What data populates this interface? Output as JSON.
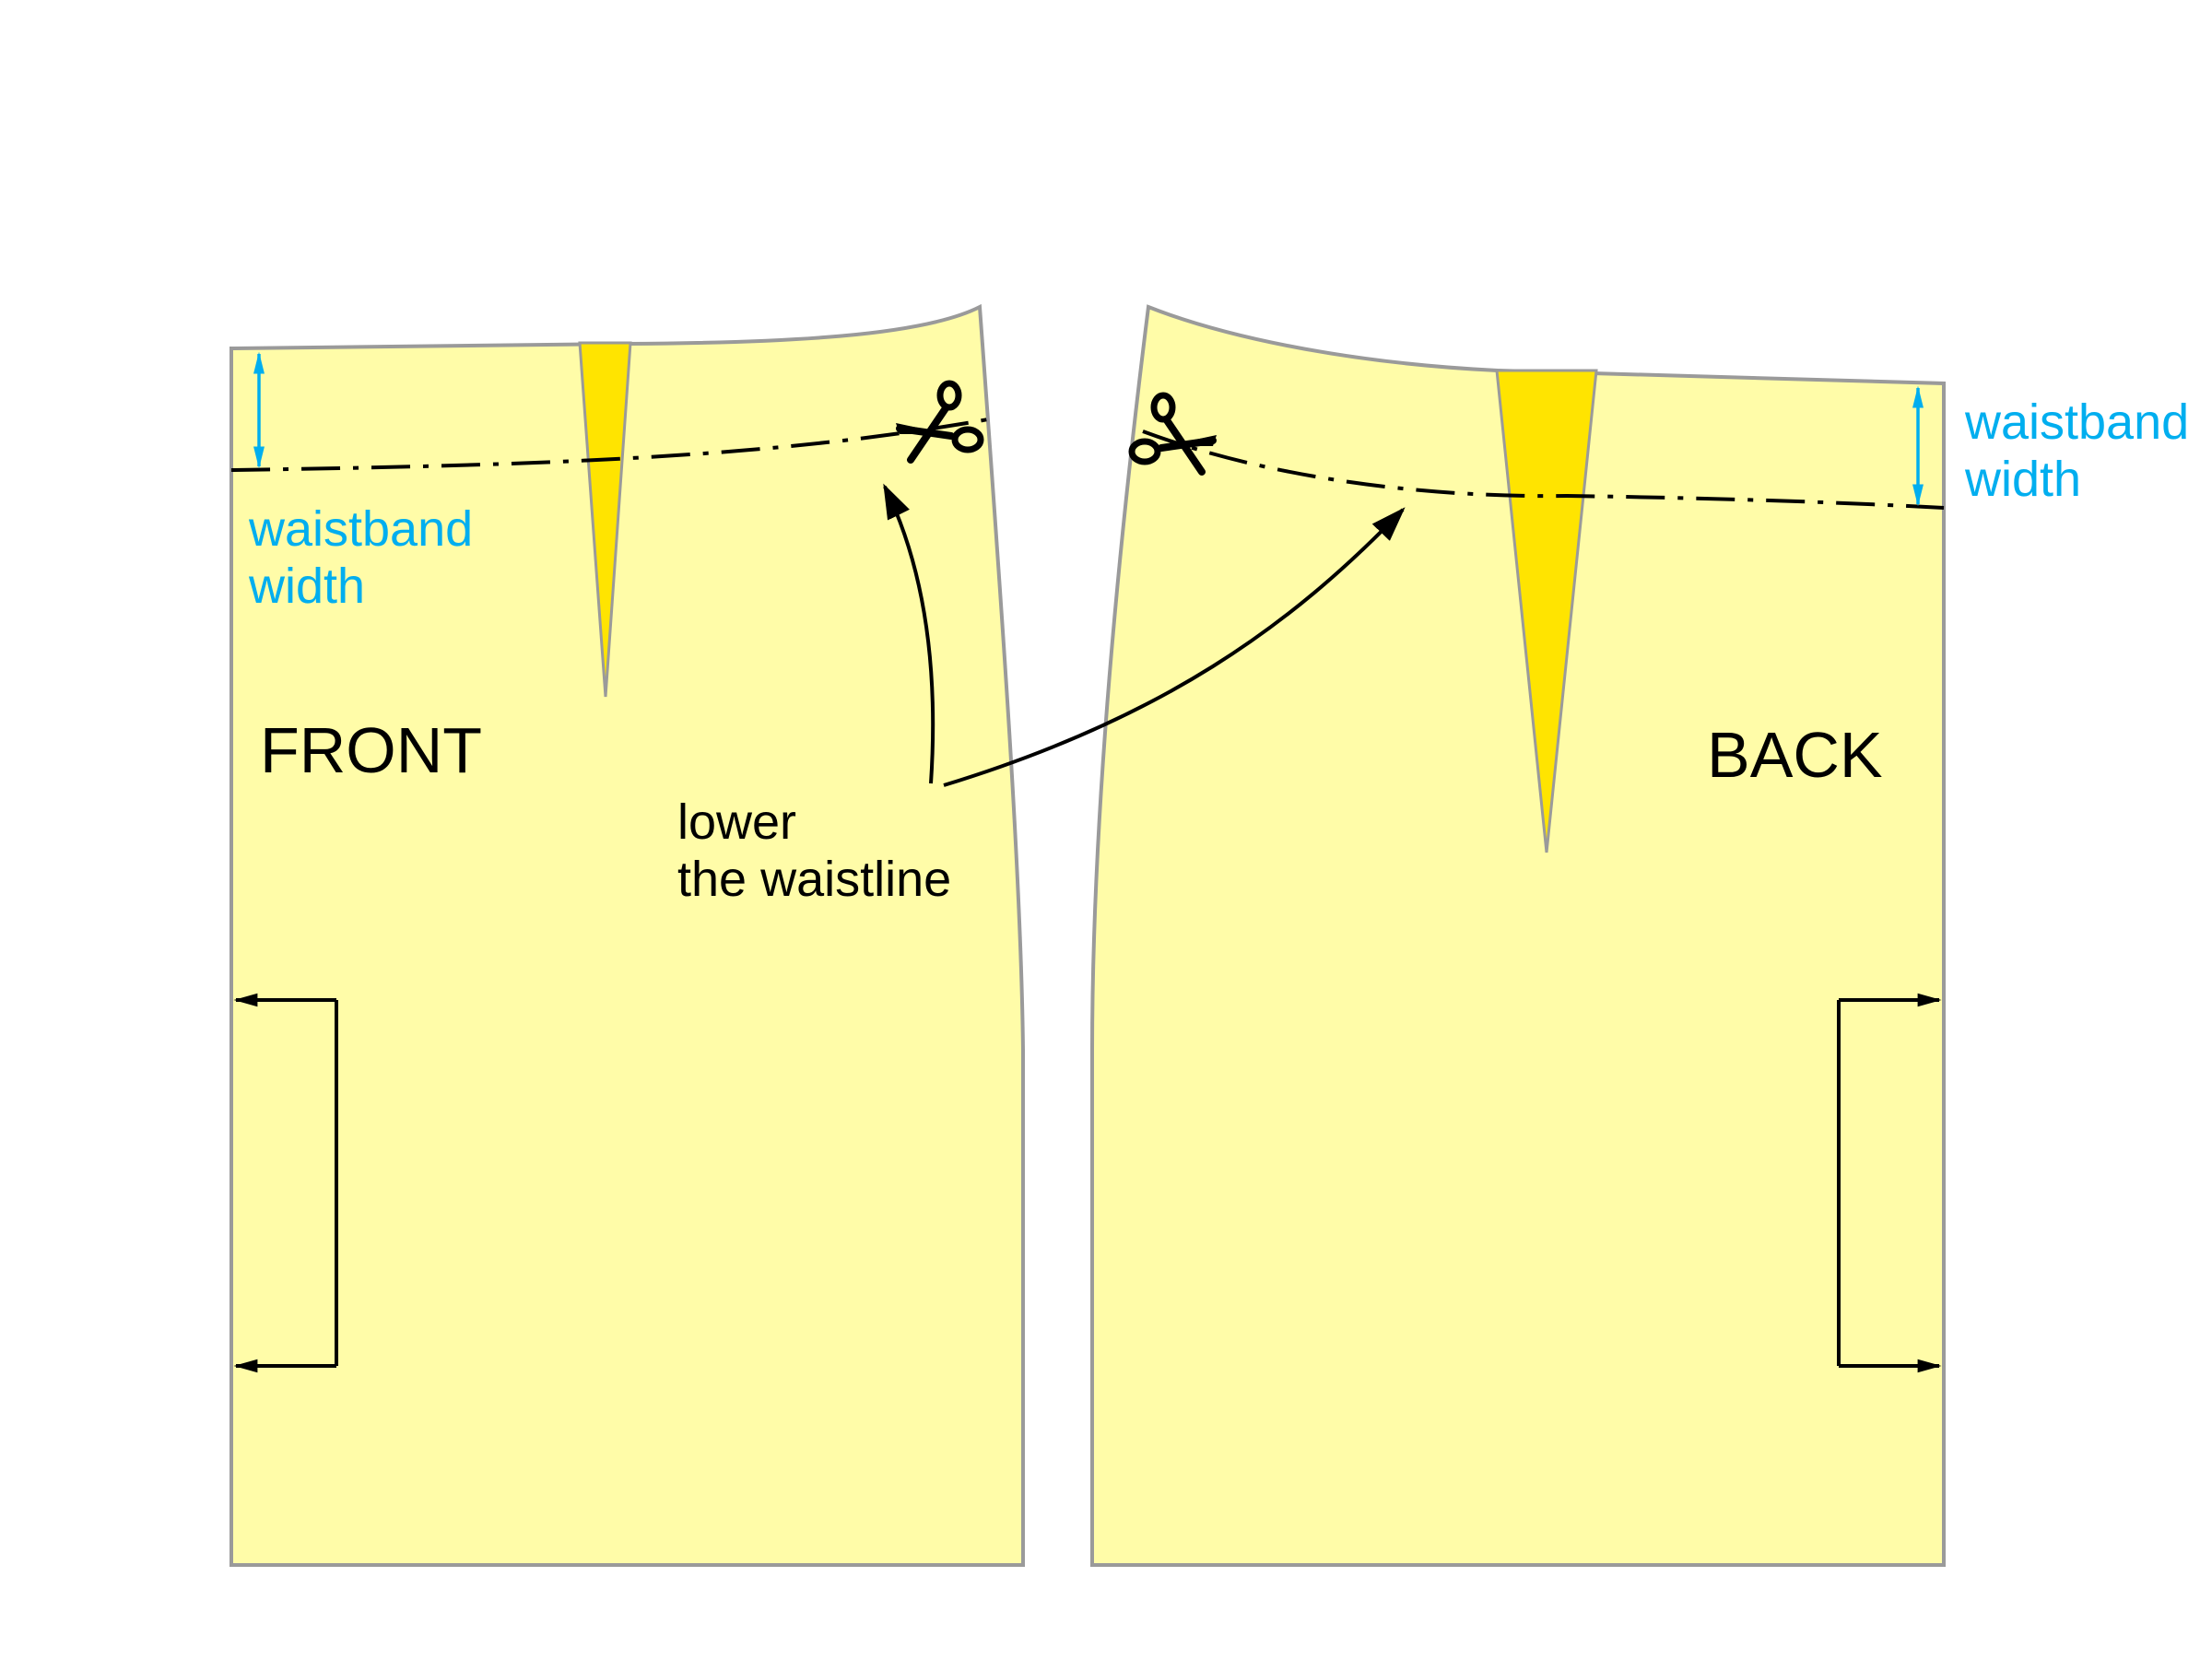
{
  "diagram": {
    "front": {
      "title": "FRONT",
      "waistband_label_line1": "waistband",
      "waistband_label_line2": "width"
    },
    "back": {
      "title": "BACK",
      "waistband_label_line1": "waistband",
      "waistband_label_line2": "width"
    },
    "instruction_line1": "lower",
    "instruction_line2": "the waistline",
    "icons": {
      "scissors": "scissors-icon",
      "arrow": "arrow-icon"
    },
    "colors": {
      "panel_fill": "#fffca8",
      "dart_fill": "#ffe400",
      "outline": "#9a9a9a",
      "accent_blue": "#00aeef",
      "text": "#000000"
    }
  }
}
